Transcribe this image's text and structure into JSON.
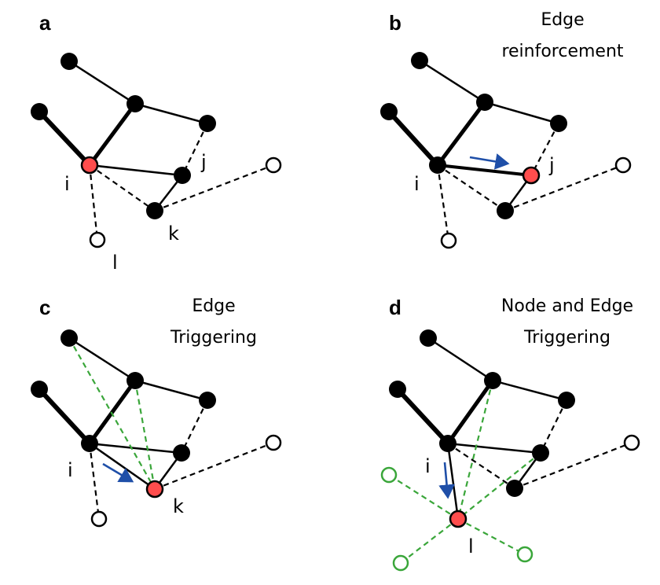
{
  "panels": [
    {
      "id": "a",
      "letter": "a",
      "title_lines": [],
      "labels": {
        "i": "i",
        "j": "j",
        "k": "k",
        "l": "l"
      }
    },
    {
      "id": "b",
      "letter": "b",
      "title_lines": [
        "Edge",
        "reinforcement"
      ],
      "labels": {
        "i": "i",
        "j": "j"
      }
    },
    {
      "id": "c",
      "letter": "c",
      "title_lines": [
        "Edge",
        "Triggering"
      ],
      "labels": {
        "i": "i",
        "k": "k"
      }
    },
    {
      "id": "d",
      "letter": "d",
      "title_lines": [
        "Node and Edge",
        "Triggering"
      ],
      "labels": {
        "i": "i",
        "l": "l"
      }
    }
  ],
  "colors": {
    "active_node": "#ff4d4d",
    "green_dashed": "#3aa63a",
    "arrow": "#1f4fa8",
    "node": "#000000"
  }
}
